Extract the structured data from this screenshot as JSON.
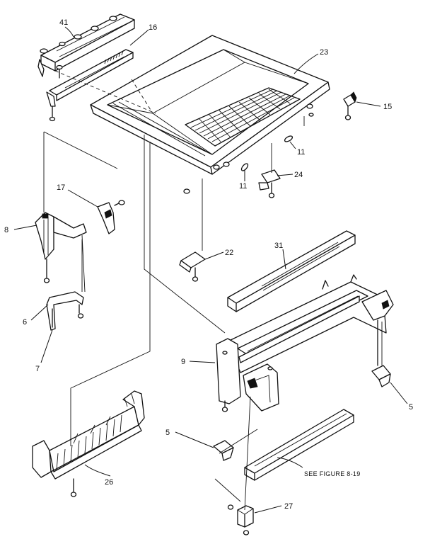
{
  "labels": {
    "p41": "41",
    "p16": "16",
    "p23": "23",
    "p15": "15",
    "p11a": "11",
    "p11b": "11",
    "p24": "24",
    "p17": "17",
    "p8": "8",
    "p22": "22",
    "p31": "31",
    "p6": "6",
    "p7": "7",
    "p9": "9",
    "p5a": "5",
    "p5b": "5",
    "p26": "26",
    "p27": "27",
    "note": "SEE FIGURE 8-19"
  }
}
